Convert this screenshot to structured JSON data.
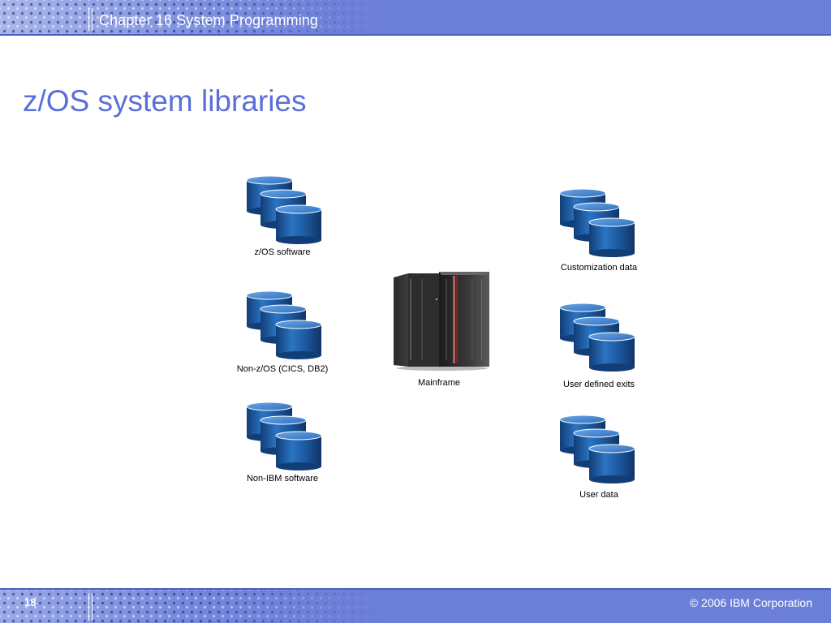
{
  "header": {
    "chapter_title": "Chapter 16 System Programming"
  },
  "slide": {
    "title": "z/OS system libraries"
  },
  "diagram": {
    "left_stacks": [
      {
        "label": "z/OS software"
      },
      {
        "label": "Non-z/OS (CICS, DB2)"
      },
      {
        "label": "Non-IBM software"
      }
    ],
    "right_stacks": [
      {
        "label": "Customization data"
      },
      {
        "label": "User defined exits"
      },
      {
        "label": "User data"
      }
    ],
    "center": {
      "label": "Mainframe"
    }
  },
  "footer": {
    "page_number": "18",
    "copyright": "© 2006 IBM Corporation"
  },
  "colors": {
    "accent_blue": "#5a6fd8",
    "header_blue": "#6b7fd8",
    "disk_blue": "#1f5ea6"
  }
}
